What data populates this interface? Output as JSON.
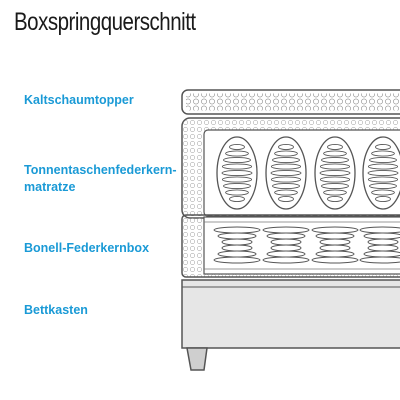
{
  "title": "Boxspringquerschnitt",
  "layers": {
    "topper": "Kaltschaumtopper",
    "mattress_line1": "Tonnentaschenfederkern-",
    "mattress_line2": "matratze",
    "bonell": "Bonell-Federkernbox",
    "box": "Bettkasten"
  },
  "colors": {
    "label_text": "#1a9ad6",
    "outline": "#555555",
    "base_fill": "#e6e6e6"
  }
}
